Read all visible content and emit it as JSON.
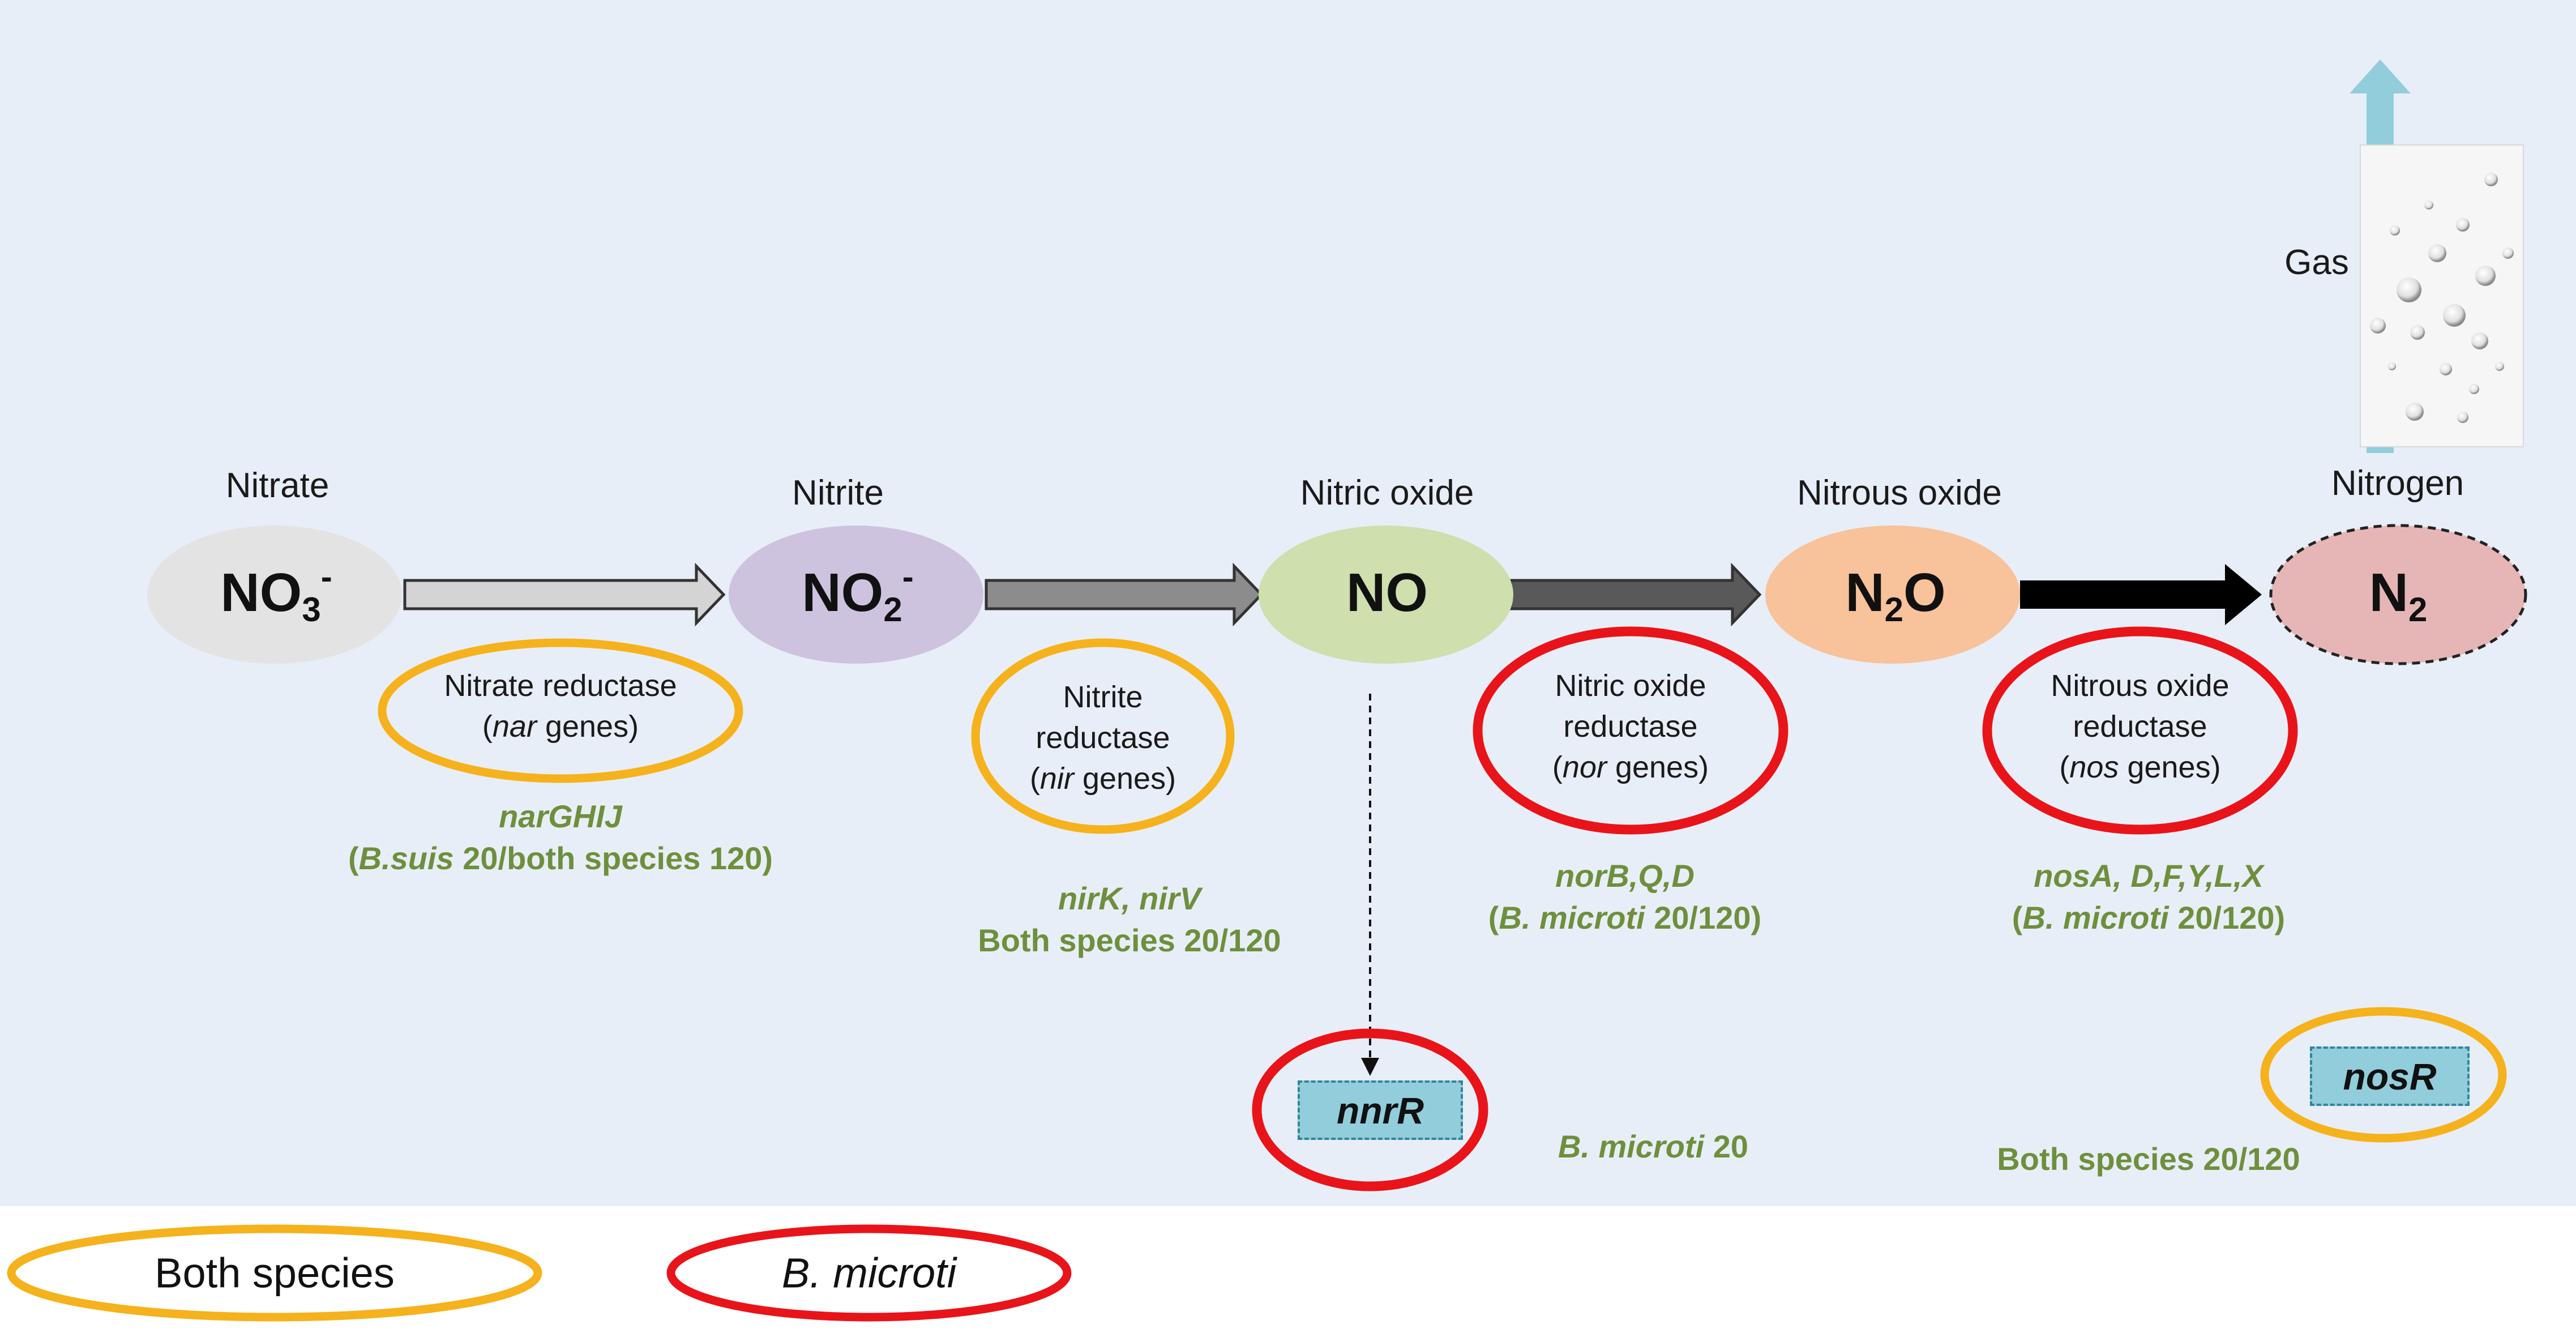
{
  "nodes": [
    {
      "name": "Nitrate",
      "formula_main": "NO",
      "formula_sub": "3",
      "formula_sup": "-",
      "fill": "#e3e3e3"
    },
    {
      "name": "Nitrite",
      "formula_main": "NO",
      "formula_sub": "2",
      "formula_sup": "-",
      "fill": "#cdc3df"
    },
    {
      "name": "Nitric oxide",
      "formula_main": "NO",
      "formula_sub": "",
      "formula_sup": "",
      "fill": "#cfdfad"
    },
    {
      "name": "Nitrous oxide",
      "formula_main": "N",
      "formula_sub": "2",
      "formula_tail": "O",
      "fill": "#f8c29a"
    },
    {
      "name": "Nitrogen",
      "formula_main": "N",
      "formula_sub": "2",
      "formula_sup": "",
      "fill": "#e6b6b6"
    }
  ],
  "arrows": [
    {
      "from": "NO3-",
      "to": "NO2-",
      "color": "#d4d4d4"
    },
    {
      "from": "NO2-",
      "to": "NO",
      "color": "#8c8c8c"
    },
    {
      "from": "NO",
      "to": "N2O",
      "color": "#595959"
    },
    {
      "from": "N2O",
      "to": "N2",
      "color": "#000000"
    }
  ],
  "enzymes": [
    {
      "line1": "Nitrate reductase",
      "gene_prefix": "(",
      "gene_italic": "nar",
      "gene_suffix": " genes)",
      "ring": "both"
    },
    {
      "line1": "Nitrite",
      "line2": "reductase",
      "gene_prefix": "(",
      "gene_italic": "nir",
      "gene_suffix": " genes)",
      "ring": "both"
    },
    {
      "line1": "Nitric oxide",
      "line2": "reductase",
      "gene_prefix": "(",
      "gene_italic": "nor",
      "gene_suffix": " genes)",
      "ring": "microti"
    },
    {
      "line1": "Nitrous oxide",
      "line2": "reductase",
      "gene_prefix": "(",
      "gene_italic": "nos",
      "gene_suffix": " genes)",
      "ring": "microti"
    }
  ],
  "gene_notes": [
    {
      "line1": "narGHIJ",
      "line2_prefix": "(",
      "line2_italic": "B.suis",
      "line2_rest": " 20/both species 120)"
    },
    {
      "line1": "nirK, nirV",
      "line2_prefix": "",
      "line2_italic": "",
      "line2_rest": "Both species 20/120"
    },
    {
      "line1": "norB,Q,D",
      "line2_prefix": "(",
      "line2_italic": "B. microti",
      "line2_rest": " 20/120)"
    },
    {
      "line1": "nosA, D,F,Y,L,X",
      "line2_prefix": "(",
      "line2_italic": "B. microti",
      "line2_rest": " 20/120)"
    }
  ],
  "regulators": [
    {
      "gene": "nnrR",
      "note_italic": "B. microti",
      "note_rest": " 20",
      "ring": "microti"
    },
    {
      "gene": "nosR",
      "note_italic": "",
      "note_rest": "Both species 20/120",
      "ring": "both"
    }
  ],
  "gas": {
    "label": "Gas"
  },
  "legend": [
    {
      "label": "Both species",
      "italic": false,
      "color": "#f5b21c"
    },
    {
      "label": "B. microti",
      "italic": true,
      "color": "#e8141a"
    }
  ]
}
